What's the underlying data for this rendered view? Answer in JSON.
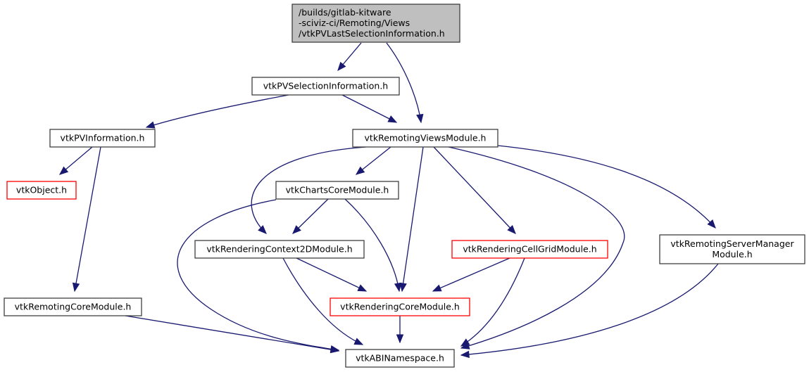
{
  "graph": {
    "title": "Include dependency graph",
    "colors": {
      "edge": "#191970",
      "root_fill": "#bfbfbf",
      "root_border": "#404040",
      "normal_border": "#404040",
      "missing_border": "#ff0000",
      "node_fill": "#ffffff"
    },
    "nodes": [
      {
        "id": "root",
        "lines": [
          "/builds/gitlab-kitware",
          "-sciviz-ci/Remoting/Views",
          "/vtkPVLastSelectionInformation.h"
        ],
        "style": "root",
        "align": "left"
      },
      {
        "id": "selinfo",
        "lines": [
          "vtkPVSelectionInformation.h"
        ],
        "style": "normal"
      },
      {
        "id": "pvinfo",
        "lines": [
          "vtkPVInformation.h"
        ],
        "style": "normal"
      },
      {
        "id": "rviews",
        "lines": [
          "vtkRemotingViewsModule.h"
        ],
        "style": "normal"
      },
      {
        "id": "object",
        "lines": [
          "vtkObject.h"
        ],
        "style": "missing"
      },
      {
        "id": "charts",
        "lines": [
          "vtkChartsCoreModule.h"
        ],
        "style": "normal"
      },
      {
        "id": "ctx2d",
        "lines": [
          "vtkRenderingContext2DModule.h"
        ],
        "style": "normal"
      },
      {
        "id": "cellgrid",
        "lines": [
          "vtkRenderingCellGridModule.h"
        ],
        "style": "missing"
      },
      {
        "id": "rsm",
        "lines": [
          "vtkRemotingServerManager",
          "Module.h"
        ],
        "style": "normal",
        "align": "center"
      },
      {
        "id": "rcore",
        "lines": [
          "vtkRemotingCoreModule.h"
        ],
        "style": "normal"
      },
      {
        "id": "rendcore",
        "lines": [
          "vtkRenderingCoreModule.h"
        ],
        "style": "missing"
      },
      {
        "id": "abi",
        "lines": [
          "vtkABINamespace.h"
        ],
        "style": "normal"
      }
    ],
    "edges": [
      {
        "from": "root",
        "to": "selinfo"
      },
      {
        "from": "root",
        "to": "rviews"
      },
      {
        "from": "selinfo",
        "to": "pvinfo"
      },
      {
        "from": "selinfo",
        "to": "rviews"
      },
      {
        "from": "pvinfo",
        "to": "object"
      },
      {
        "from": "pvinfo",
        "to": "rcore"
      },
      {
        "from": "rviews",
        "to": "charts"
      },
      {
        "from": "rviews",
        "to": "ctx2d"
      },
      {
        "from": "rviews",
        "to": "rendcore"
      },
      {
        "from": "rviews",
        "to": "cellgrid"
      },
      {
        "from": "rviews",
        "to": "abi"
      },
      {
        "from": "rviews",
        "to": "rsm"
      },
      {
        "from": "charts",
        "to": "ctx2d"
      },
      {
        "from": "charts",
        "to": "rendcore"
      },
      {
        "from": "charts",
        "to": "abi"
      },
      {
        "from": "ctx2d",
        "to": "rendcore"
      },
      {
        "from": "ctx2d",
        "to": "abi"
      },
      {
        "from": "cellgrid",
        "to": "rendcore"
      },
      {
        "from": "cellgrid",
        "to": "abi"
      },
      {
        "from": "rsm",
        "to": "abi"
      },
      {
        "from": "rcore",
        "to": "abi"
      },
      {
        "from": "rendcore",
        "to": "abi"
      }
    ]
  }
}
